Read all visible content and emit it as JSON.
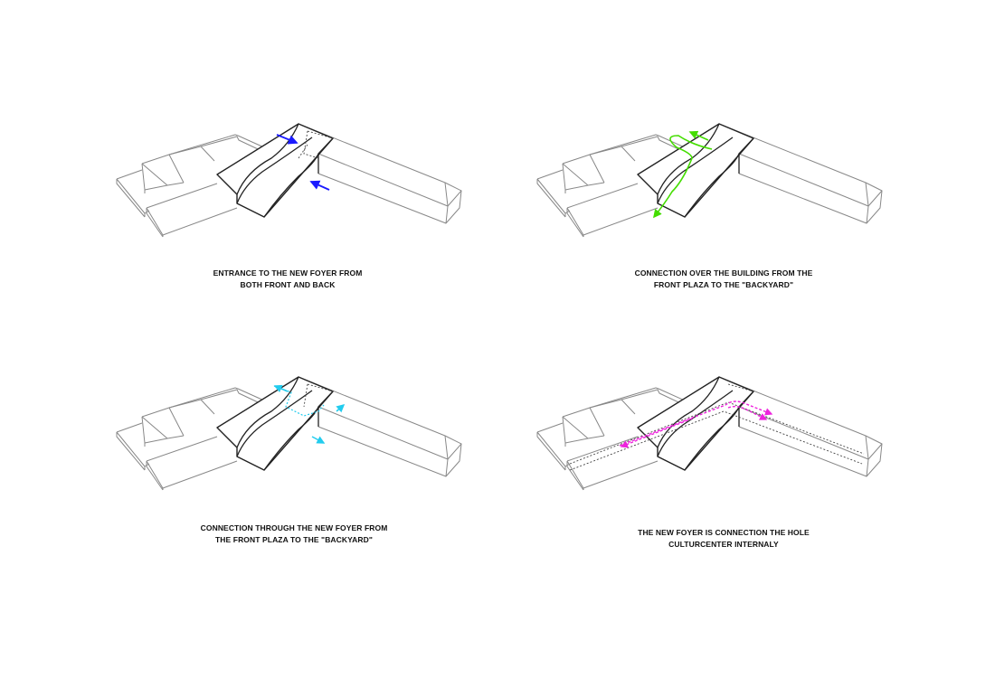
{
  "panels": [
    {
      "caption_line1": "ENTRANCE TO THE NEW FOYER  FROM",
      "caption_line2": "BOTH FRONT AND BACK",
      "arrow_color": "#1a1aff"
    },
    {
      "caption_line1": "CONNECTION OVER THE BUILDING FROM THE",
      "caption_line2": "FRONT PLAZA TO THE \"BACKYARD\"",
      "arrow_color": "#44dd00"
    },
    {
      "caption_line1": "CONNECTION THROUGH THE NEW FOYER FROM",
      "caption_line2": "THE FRONT PLAZA TO THE \"BACKYARD\"",
      "arrow_color": "#22ccee"
    },
    {
      "caption_line1": "THE NEW FOYER IS CONNECTION THE HOLE",
      "caption_line2": "CULTURCENTER INTERNALY",
      "arrow_color": "#ee22dd"
    }
  ]
}
